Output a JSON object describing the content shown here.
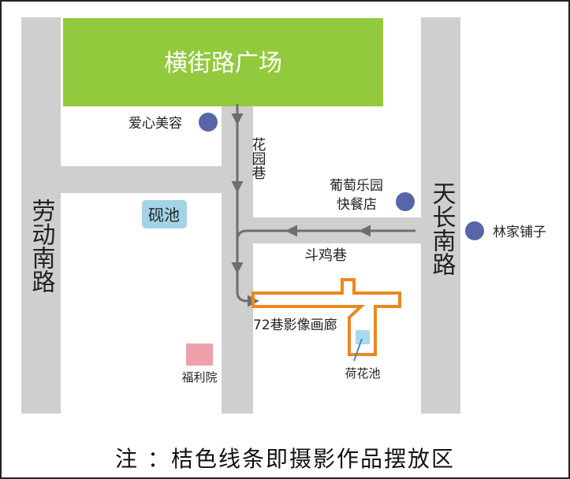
{
  "map": {
    "plaza": "横街路广场",
    "roads": {
      "laodong": "劳动南路",
      "tianchang": "天长南路",
      "huayuan": "花园巷",
      "doujixiang": "斗鸡巷"
    },
    "pois": {
      "aixin": "爱心美容",
      "putao_line1": "葡萄乐园",
      "putao_line2": "快餐店",
      "linjia": "林家铺子",
      "yanchi": "砚池",
      "fuliyuan": "福利院",
      "gallery": "72巷影像画廊",
      "hehua": "荷花池"
    },
    "caption": "注 ：桔色线条即摄影作品摆放区",
    "colors": {
      "road": "#cfcfcf",
      "plaza": "#93c93d",
      "arrow": "#6d6e70",
      "orange": "#e8891f",
      "poi_dot": "#5666a6",
      "yanchi_box": "#a3d3e6",
      "fuliyuan_box": "#eea0ab",
      "pond_box": "#a8d9ec",
      "frame": "#222222"
    }
  }
}
